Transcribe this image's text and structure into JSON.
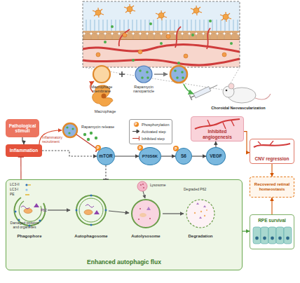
{
  "diagram": {
    "nodes": [
      {
        "text": [
          "Pathological stimuli"
        ]
      },
      {
        "text": [
          "Inflammation"
        ]
      },
      {
        "text": [
          "mTOR"
        ]
      },
      {
        "text": [
          "P70S6K"
        ]
      },
      {
        "text": [
          "S6"
        ]
      },
      {
        "text": [
          "VEGF"
        ]
      },
      {
        "text": [
          "Inhibited angiogenesis"
        ]
      },
      {
        "text": [
          "CNV regression"
        ]
      },
      {
        "text": [
          "Recovered retinal homeostasis"
        ]
      },
      {
        "text": [
          "RPE survival"
        ]
      },
      {
        "text": [
          "Enhanced autophagic flux"
        ]
      }
    ],
    "edges": [
      {
        "from": 0,
        "to": 1,
        "arrow": "to"
      },
      {
        "from": 1,
        "to": 2,
        "arrow": "to"
      },
      {
        "from": 2,
        "to": 3,
        "arrow": "to"
      },
      {
        "from": 3,
        "to": 4,
        "arrow": "to"
      },
      {
        "from": 4,
        "to": 5,
        "arrow": "to"
      },
      {
        "from": 5,
        "to": 6,
        "arrow": "to"
      },
      {
        "from": 6,
        "to": 7,
        "arrow": "to"
      },
      {
        "from": 7,
        "to": 8,
        "arrow": "to"
      },
      {
        "from": 9,
        "to": 8,
        "arrow": "to"
      },
      {
        "from": 10,
        "to": 9,
        "arrow": "to"
      },
      {
        "from": 10,
        "to": 1,
        "arrow": "to"
      },
      {
        "from": 2,
        "to": 10,
        "arrow": "to"
      }
    ],
    "labels": [
      "Macrophage membrane",
      "Rapamycin nanoparticle",
      "Macrophage",
      "Choroidal Neovascularization",
      "Inflammatory recruitment",
      "Rapamycin release",
      "P",
      "P",
      "P",
      "P",
      "LC3-II",
      "LC3-I",
      "PE",
      "P62",
      "Damaged proteins and organelles",
      "Phagophore",
      "Autophagosome",
      "Lysosome",
      "Autolysosome",
      "Degraded P62",
      "Degradation"
    ],
    "legend": [
      {
        "text": "Phosphorylation"
      },
      {
        "text": "Activated step"
      },
      {
        "text": "Inhibited step"
      }
    ]
  }
}
